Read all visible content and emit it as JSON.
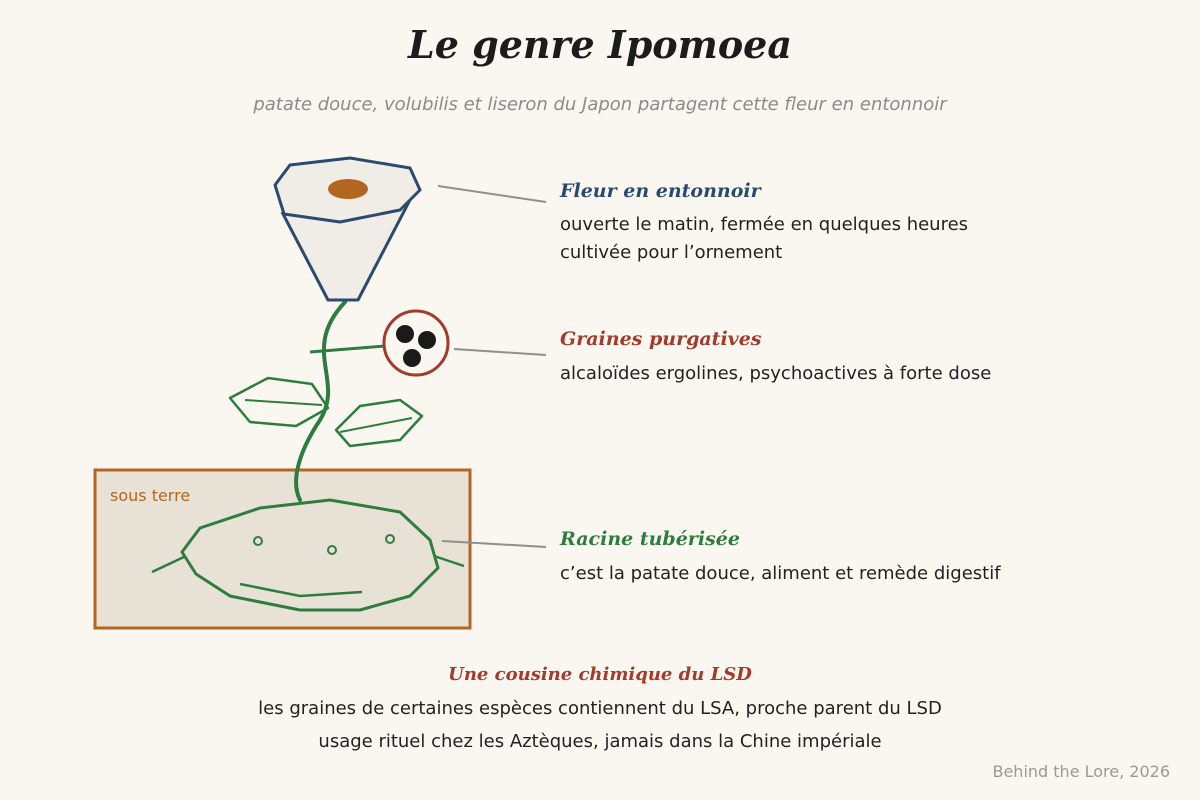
{
  "title": "Le genre Ipomoea",
  "subtitle": "patate douce, volubilis et liseron du Japon partagent cette fleur en entonnoir",
  "underground_label": "sous terre",
  "callouts": [
    {
      "heading": "Fleur en entonnoir",
      "lines": [
        "ouverte le matin, fermée en quelques heures",
        "cultivée pour l’ornement"
      ]
    },
    {
      "heading": "Graines purgatives",
      "lines": [
        "alcaloïdes ergolines, psychoactives à forte dose"
      ]
    },
    {
      "heading": "Racine tubérisée",
      "lines": [
        "c’est la patate douce, aliment et remède digestif"
      ]
    }
  ],
  "footer": {
    "heading": "Une cousine chimique du LSD",
    "lines": [
      "les graines de certaines espèces contiennent du LSA, proche parent du LSD",
      "usage rituel chez les Aztèques, jamais dans la Chine impériale"
    ]
  },
  "credit": "Behind the Lore, 2026",
  "colors": {
    "flower": "#2c4a6e",
    "seeds": "#a33a2c",
    "root": "#2e7d3e",
    "soil": "#b3661f"
  }
}
